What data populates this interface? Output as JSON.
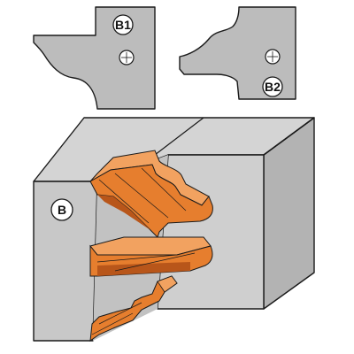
{
  "labels": {
    "knife_b1": "B1",
    "knife_b2": "B2",
    "workpiece": "B"
  },
  "colors": {
    "background": "#ffffff",
    "knife_fill": "#bcbcbc",
    "block_face": "#c8c8c8",
    "block_top": "#d4d4d4",
    "block_side": "#b3b3b3",
    "profile_orange": "#e67e2e",
    "profile_orange_dark": "#b8561a",
    "profile_orange_light": "#f2a260",
    "outline": "#1a1a1a"
  },
  "icons": {
    "mounting_hole": "crosshair-circle-icon"
  }
}
